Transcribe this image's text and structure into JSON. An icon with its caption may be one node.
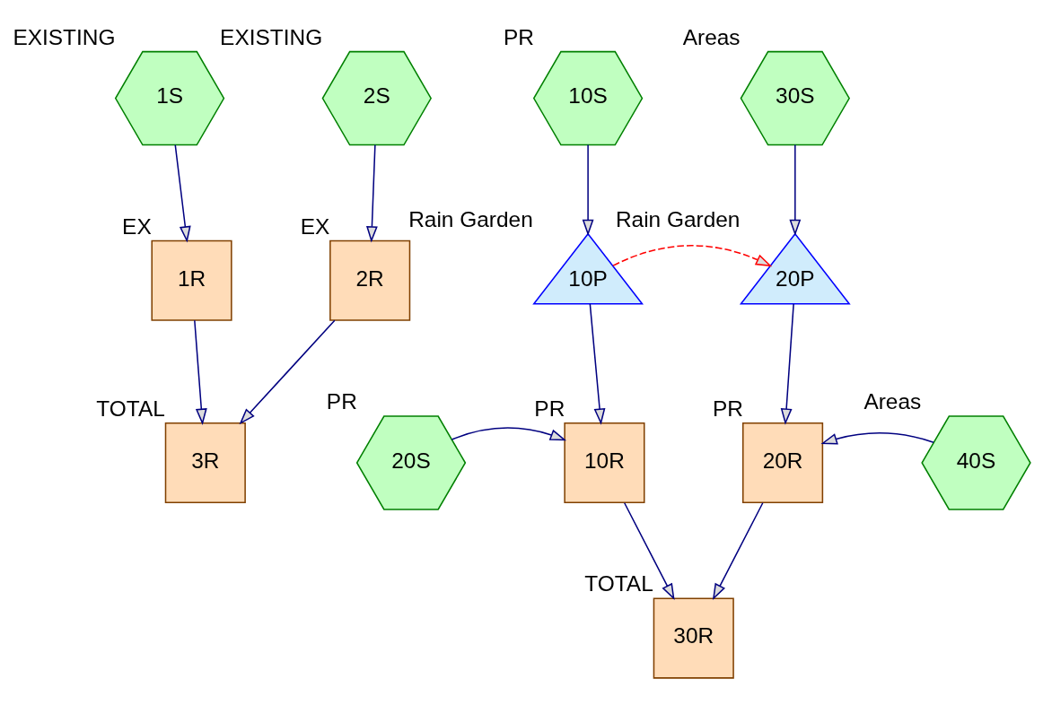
{
  "diagram": {
    "nodes": [
      {
        "text": [
          "1S"
        ],
        "beside": [
          "EXISTING"
        ]
      },
      {
        "text": [
          "2S"
        ],
        "beside": [
          "EXISTING"
        ]
      },
      {
        "text": [
          "1R"
        ],
        "beside": [
          "EX"
        ]
      },
      {
        "text": [
          "2R"
        ],
        "beside": [
          "EX"
        ]
      },
      {
        "text": [
          "3R"
        ],
        "beside": [
          "TOTAL"
        ]
      },
      {
        "text": [
          "10S"
        ],
        "beside": [
          "PR"
        ]
      },
      {
        "text": [
          "30S"
        ],
        "beside": [
          "Areas"
        ]
      },
      {
        "text": [
          "10P"
        ],
        "beside": [
          "Rain Garden"
        ]
      },
      {
        "text": [
          "20P"
        ],
        "beside": [
          "Rain Garden"
        ]
      },
      {
        "text": [
          "20S"
        ],
        "beside": [
          "PR"
        ]
      },
      {
        "text": [
          "10R"
        ],
        "beside": [
          "PR"
        ]
      },
      {
        "text": [
          "20R"
        ],
        "beside": [
          "PR"
        ]
      },
      {
        "text": [
          "40S"
        ],
        "beside": [
          "Areas"
        ]
      },
      {
        "text": [
          "30R"
        ],
        "beside": [
          "TOTAL"
        ]
      }
    ],
    "edges": [
      {
        "from": 0,
        "to": 2,
        "arrow": "to"
      },
      {
        "from": 1,
        "to": 3,
        "arrow": "to"
      },
      {
        "from": 2,
        "to": 4,
        "arrow": "to"
      },
      {
        "from": 3,
        "to": 4,
        "arrow": "to"
      },
      {
        "from": 5,
        "to": 7,
        "arrow": "to"
      },
      {
        "from": 6,
        "to": 8,
        "arrow": "to"
      },
      {
        "from": 7,
        "to": 8,
        "arrow": "to",
        "style": "dashed",
        "color": "#ff0000"
      },
      {
        "from": 7,
        "to": 10,
        "arrow": "to"
      },
      {
        "from": 8,
        "to": 11,
        "arrow": "to"
      },
      {
        "from": 9,
        "to": 10,
        "arrow": "to"
      },
      {
        "from": 12,
        "to": 11,
        "arrow": "to"
      },
      {
        "from": 10,
        "to": 13,
        "arrow": "to"
      },
      {
        "from": 11,
        "to": 13,
        "arrow": "to"
      }
    ]
  }
}
